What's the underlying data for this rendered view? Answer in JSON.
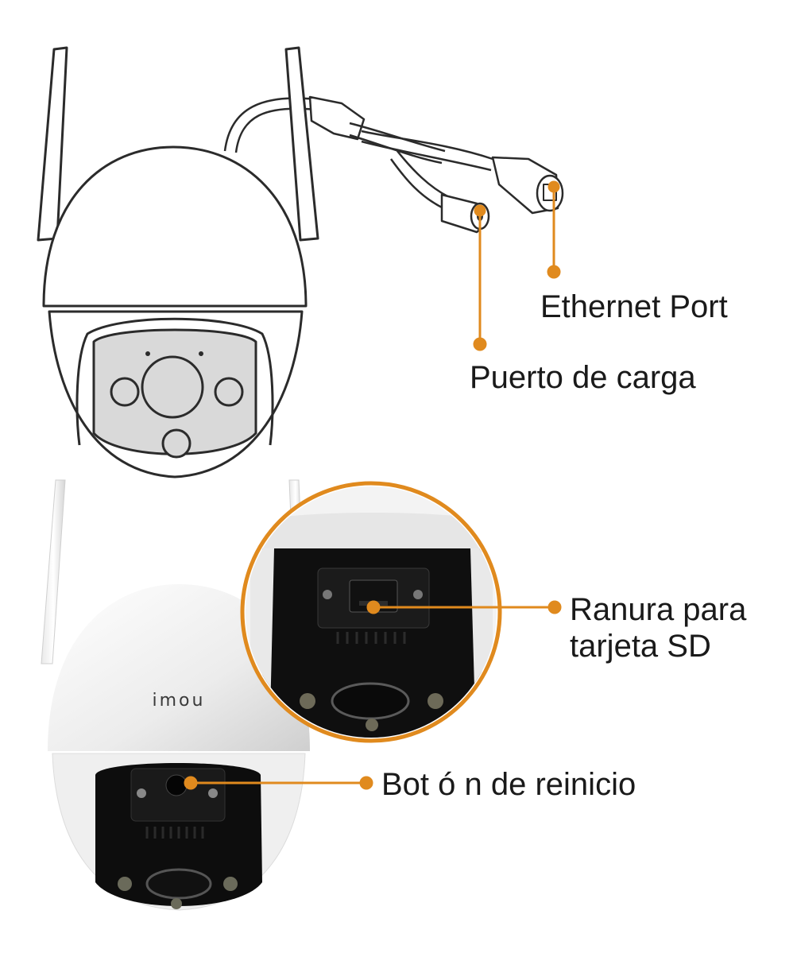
{
  "labels": {
    "ethernet": "Ethernet Port",
    "charging": "Puerto de carga",
    "sd_line1": "Ranura para",
    "sd_line2": "tarjeta SD",
    "reset": "Bot ó n de reinicio"
  },
  "brand_logo": "imou",
  "colors": {
    "accent": "#E08A1E",
    "outline": "#2b2b2b",
    "lens_gray": "#d9d9d9",
    "camera_black": "#0d0d0d",
    "camera_white": "#f2f2f2"
  }
}
